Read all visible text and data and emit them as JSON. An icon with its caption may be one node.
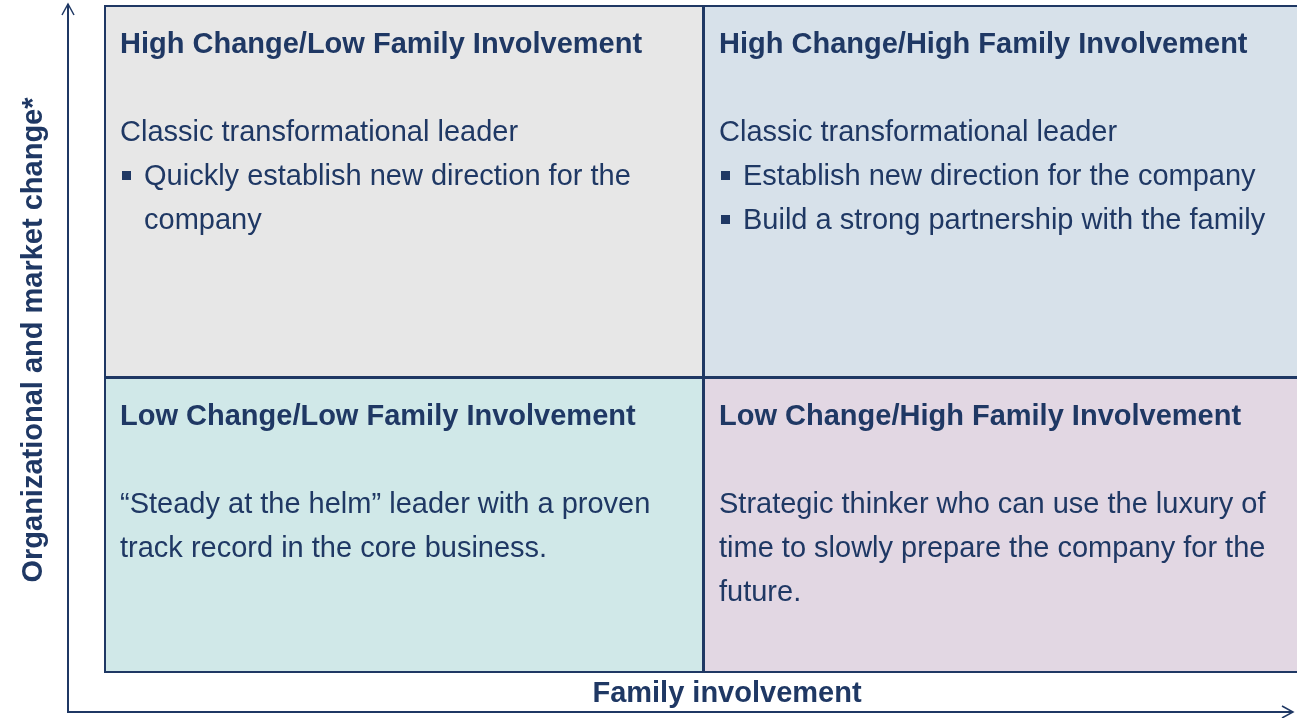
{
  "diagram": {
    "nodes": [
      {
        "text": [
          "High Change/Low Family Involvement",
          "Classic transformational leader",
          "Quickly establish new direction for the company"
        ]
      },
      {
        "text": [
          "High Change/High Family Involvement",
          "Classic transformational leader",
          "Establish new direction for the company",
          "Build a strong partnership with the family"
        ]
      },
      {
        "text": [
          "Low Change/Low Family Involvement",
          "“Steady at the helm” leader with a proven track record in the core business."
        ]
      },
      {
        "text": [
          "Low Change/High Family Involvement",
          "Strategic thinker who can use the luxury of time to slowly prepare the company for the future."
        ]
      }
    ],
    "labels": [
      "Organizational and market change*",
      "Family involvement"
    ]
  }
}
